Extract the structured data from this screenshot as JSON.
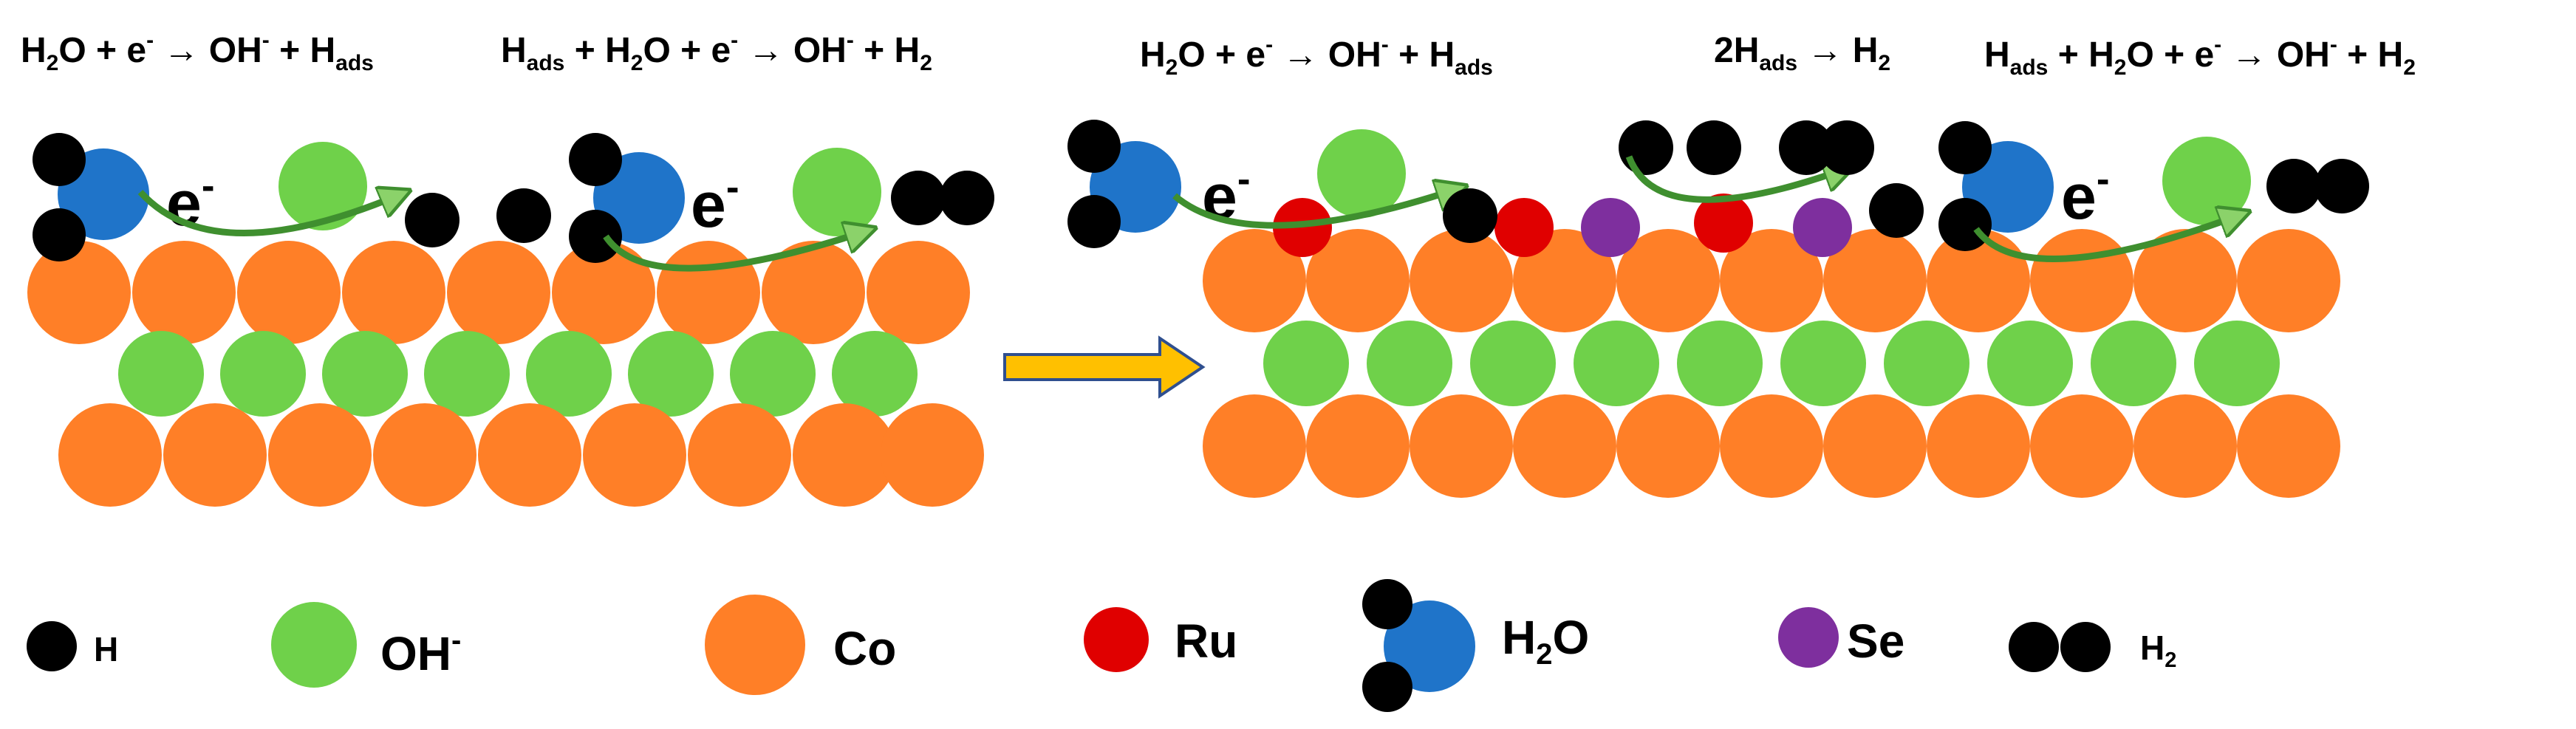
{
  "colors": {
    "h": "#000000",
    "oh": "#6fd14a",
    "co": "#ff7f27",
    "ru": "#e00000",
    "water_o": "#1f74c9",
    "se": "#7e2f9e",
    "arrow_green": "#3f8f2f",
    "arrow_green_light": "#8bd26a",
    "big_arrow_fill": "#ffc000",
    "big_arrow_stroke": "#2f4f8f"
  },
  "equations": [
    {
      "id": "eq-volmer-left",
      "parts": [
        [
          "H",
          "n"
        ],
        [
          "2",
          "sub"
        ],
        [
          "O + e",
          "n"
        ],
        [
          "-",
          "sup"
        ],
        [
          " → OH",
          "n"
        ],
        [
          "-",
          "sup"
        ],
        [
          " + H",
          "n"
        ],
        [
          "ads",
          "sub"
        ]
      ]
    },
    {
      "id": "eq-heyrovsky-left",
      "parts": [
        [
          "H",
          "n"
        ],
        [
          "ads",
          "sub"
        ],
        [
          " + H",
          "n"
        ],
        [
          "2",
          "sub"
        ],
        [
          "O + e",
          "n"
        ],
        [
          "-",
          "sup"
        ],
        [
          " → OH",
          "n"
        ],
        [
          "-",
          "sup"
        ],
        [
          " + H",
          "n"
        ],
        [
          "2",
          "sub"
        ]
      ]
    },
    {
      "id": "eq-volmer-right",
      "parts": [
        [
          "H",
          "n"
        ],
        [
          "2",
          "sub"
        ],
        [
          "O + e",
          "n"
        ],
        [
          "-",
          "sup"
        ],
        [
          " → OH",
          "n"
        ],
        [
          "-",
          "sup"
        ],
        [
          " + H",
          "n"
        ],
        [
          "ads",
          "sub"
        ]
      ]
    },
    {
      "id": "eq-tafel",
      "parts": [
        [
          "2H",
          "n"
        ],
        [
          "ads",
          "sub"
        ],
        [
          " → H",
          "n"
        ],
        [
          "2",
          "sub"
        ]
      ]
    },
    {
      "id": "eq-heyrovsky-right",
      "parts": [
        [
          "H",
          "n"
        ],
        [
          "ads",
          "sub"
        ],
        [
          " + H",
          "n"
        ],
        [
          "2",
          "sub"
        ],
        [
          "O + e",
          "n"
        ],
        [
          "-",
          "sup"
        ],
        [
          " → OH",
          "n"
        ],
        [
          "-",
          "sup"
        ],
        [
          " + H",
          "n"
        ],
        [
          "2",
          "sub"
        ]
      ]
    }
  ],
  "electron_label": [
    [
      "e",
      "n"
    ],
    [
      "-",
      "sup"
    ]
  ],
  "legend": {
    "h": [
      [
        "H",
        "n"
      ]
    ],
    "oh": [
      [
        "OH",
        "n"
      ],
      [
        "-",
        "sup"
      ]
    ],
    "co": [
      [
        "Co",
        "n"
      ]
    ],
    "ru": [
      [
        "Ru",
        "n"
      ]
    ],
    "water": [
      [
        "H",
        "n"
      ],
      [
        "2",
        "sub"
      ],
      [
        "O",
        "n"
      ]
    ],
    "se": [
      [
        "Se",
        "n"
      ]
    ],
    "h2": [
      [
        "H",
        "n"
      ],
      [
        "2",
        "sub"
      ]
    ]
  }
}
